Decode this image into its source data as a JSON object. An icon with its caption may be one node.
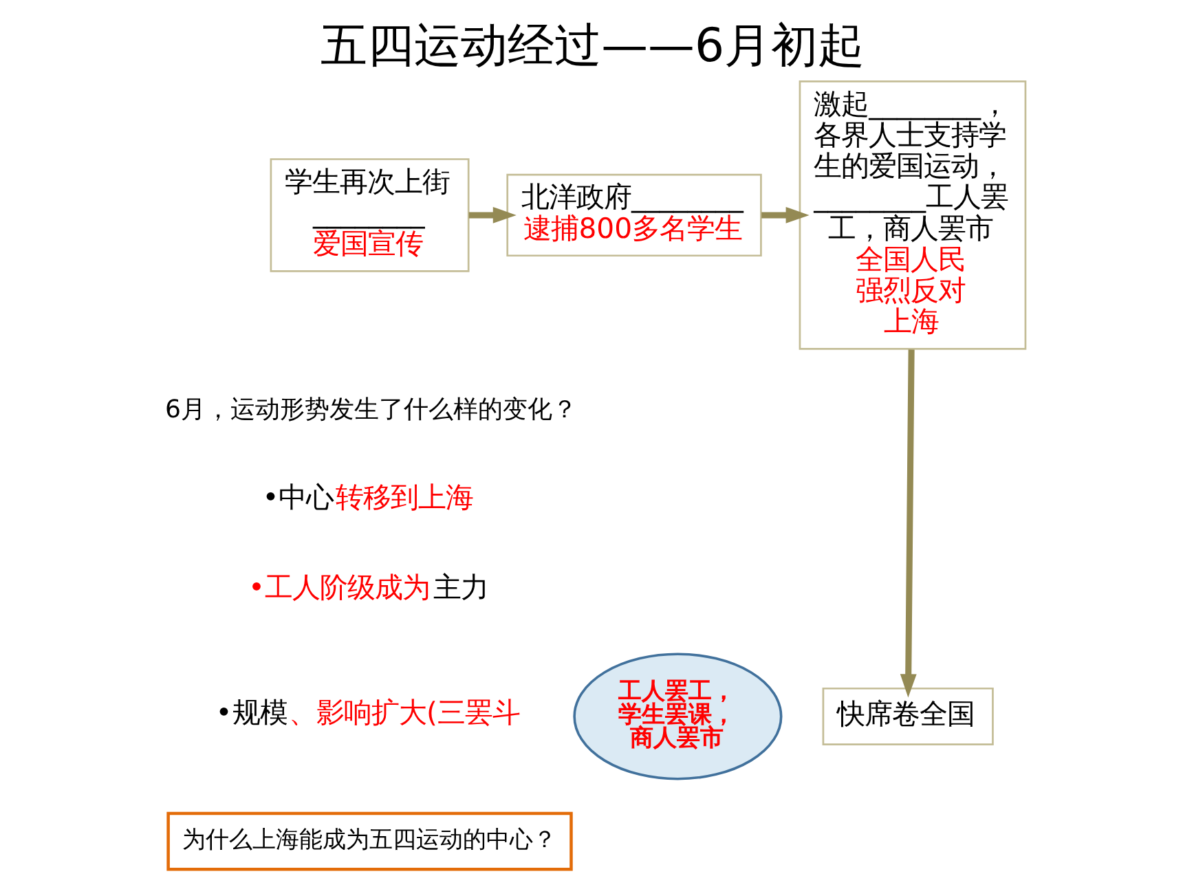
{
  "diagram": {
    "title": "五四运动经过——6月初起",
    "nodes": [
      {
        "text": [
          "学生再次上街________",
          "爱国宣传"
        ]
      },
      {
        "text": [
          "北洋政府________",
          "逮捕800多名学生"
        ]
      },
      {
        "text": [
          "激起________，各界人士支持学生的爱国运动，________工人罢工，商人罢市",
          "全国人民强烈反对",
          "上海"
        ]
      },
      {
        "text": [
          "快席卷全国"
        ]
      },
      {
        "text": [
          "工人罢工，学生罢课，商人罢市"
        ]
      },
      {
        "text": [
          "为什么上海能成为五四运动的中心？"
        ]
      }
    ],
    "edges": [
      {
        "from": 0,
        "to": 1,
        "arrow": "to"
      },
      {
        "from": 1,
        "to": 2,
        "arrow": "to"
      },
      {
        "from": 2,
        "to": 3,
        "arrow": "to"
      }
    ],
    "labels": [
      "6月，运动形势发生了什么样的变化？",
      "•中心",
      "转移到上海",
      "•工人阶级成为",
      "主力",
      "•规模",
      "、影响扩大(三罢斗"
    ]
  }
}
